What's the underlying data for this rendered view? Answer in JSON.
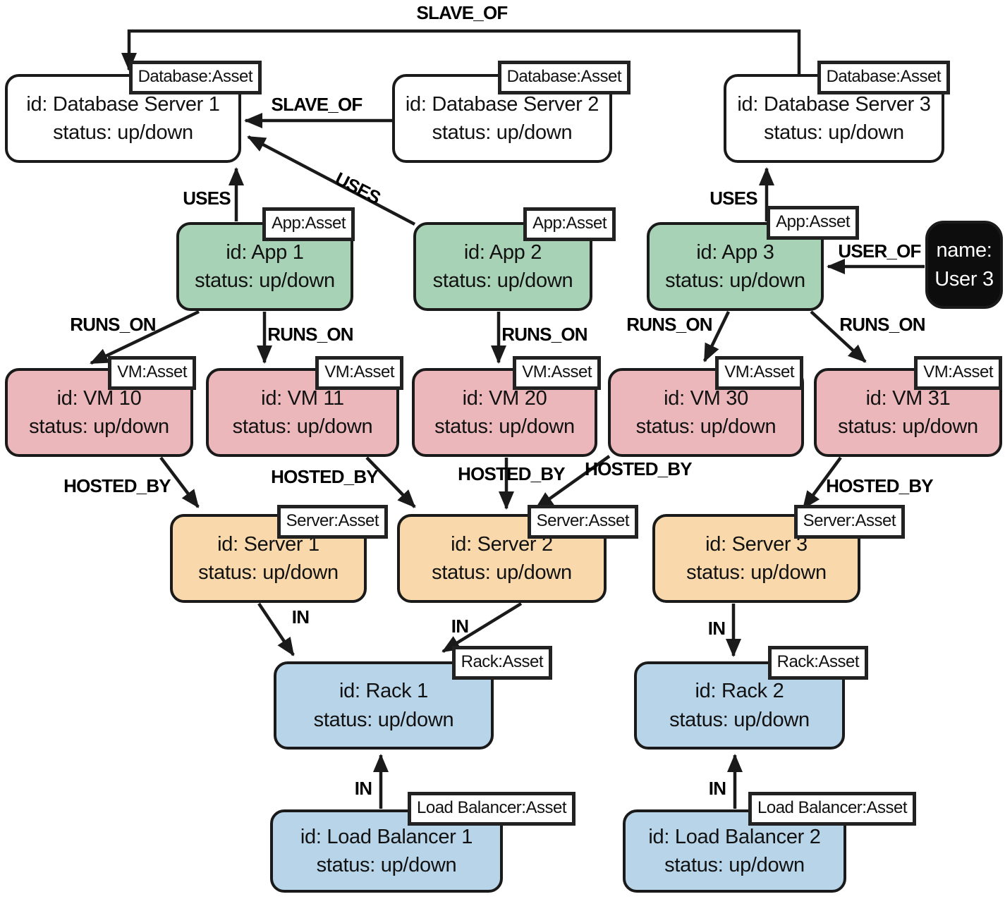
{
  "diagram": {
    "nodes": {
      "db1": {
        "type_tab": "Database:Asset",
        "id": "id: Database Server 1",
        "status": "status: up/down"
      },
      "db2": {
        "type_tab": "Database:Asset",
        "id": "id: Database Server 2",
        "status": "status: up/down"
      },
      "db3": {
        "type_tab": "Database:Asset",
        "id": "id: Database Server 3",
        "status": "status: up/down"
      },
      "app1": {
        "type_tab": "App:Asset",
        "id": "id: App 1",
        "status": "status: up/down"
      },
      "app2": {
        "type_tab": "App:Asset",
        "id": "id: App 2",
        "status": "status: up/down"
      },
      "app3": {
        "type_tab": "App:Asset",
        "id": "id: App 3",
        "status": "status: up/down"
      },
      "user3": {
        "name": "name:",
        "value": "User 3"
      },
      "vm10": {
        "type_tab": "VM:Asset",
        "id": "id: VM 10",
        "status": "status: up/down"
      },
      "vm11": {
        "type_tab": "VM:Asset",
        "id": "id: VM 11",
        "status": "status: up/down"
      },
      "vm20": {
        "type_tab": "VM:Asset",
        "id": "id: VM 20",
        "status": "status: up/down"
      },
      "vm30": {
        "type_tab": "VM:Asset",
        "id": "id: VM 30",
        "status": "status: up/down"
      },
      "vm31": {
        "type_tab": "VM:Asset",
        "id": "id: VM 31",
        "status": "status: up/down"
      },
      "server1": {
        "type_tab": "Server:Asset",
        "id": "id: Server 1",
        "status": "status: up/down"
      },
      "server2": {
        "type_tab": "Server:Asset",
        "id": "id: Server 2",
        "status": "status: up/down"
      },
      "server3": {
        "type_tab": "Server:Asset",
        "id": "id: Server 3",
        "status": "status: up/down"
      },
      "rack1": {
        "type_tab": "Rack:Asset",
        "id": "id: Rack 1",
        "status": "status: up/down"
      },
      "rack2": {
        "type_tab": "Rack:Asset",
        "id": "id: Rack 2",
        "status": "status: up/down"
      },
      "lb1": {
        "type_tab": "Load Balancer:Asset",
        "id": "id: Load Balancer 1",
        "status": "status: up/down"
      },
      "lb2": {
        "type_tab": "Load Balancer:Asset",
        "id": "id: Load Balancer 2",
        "status": "status: up/down"
      }
    },
    "edge_labels": {
      "slave_of_db3_db1": "SLAVE_OF",
      "slave_of_db2_db1": "SLAVE_OF",
      "uses_app1_db1": "USES",
      "uses_app2_db1": "USES",
      "uses_app3_db3": "USES",
      "user_of_user3_app3": "USER_OF",
      "runs_on_app1_vm10": "RUNS_ON",
      "runs_on_app1_vm11": "RUNS_ON",
      "runs_on_app2_vm20": "RUNS_ON",
      "runs_on_app3_vm30": "RUNS_ON",
      "runs_on_app3_vm31": "RUNS_ON",
      "hosted_by_vm10_server1": "HOSTED_BY",
      "hosted_by_vm11_server2": "HOSTED_BY",
      "hosted_by_vm20_server2": "HOSTED_BY",
      "hosted_by_vm30_server2": "HOSTED_BY",
      "hosted_by_vm31_server3": "HOSTED_BY",
      "in_server1_rack1": "IN",
      "in_server2_rack1": "IN",
      "in_server3_rack2": "IN",
      "in_lb1_rack1": "IN",
      "in_lb2_rack2": "IN"
    },
    "colors": {
      "database_fill": "#ffffff",
      "app_fill": "#a8d2b6",
      "vm_fill": "#ebb7ba",
      "server_fill": "#f9d9ab",
      "rack_fill": "#b8d4e9",
      "load_balancer_fill": "#b8d4e9",
      "user_fill": "#0d0d0d",
      "user_text": "#ffffff",
      "line_color": "#1a1a1a"
    }
  }
}
